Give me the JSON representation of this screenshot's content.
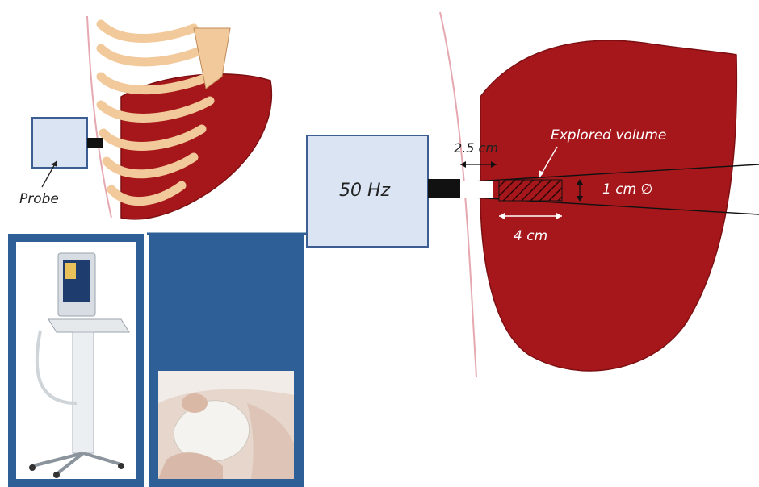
{
  "labels": {
    "probe": "Probe",
    "frequency": "50 Hz",
    "depth_offset": "2.5 cm",
    "explored_volume": "Explored volume",
    "diameter": "1 cm ∅",
    "length": "4 cm"
  },
  "colors": {
    "liver": "#a6171b",
    "liver_dark": "#7d0f12",
    "rib": "#f2c99a",
    "rib_outline": "#c08a5a",
    "probe_fill": "#dbe4f3",
    "probe_border": "#3d5e93",
    "panel_blue": "#2e5f96",
    "skin_line": "#e6a8b0"
  }
}
